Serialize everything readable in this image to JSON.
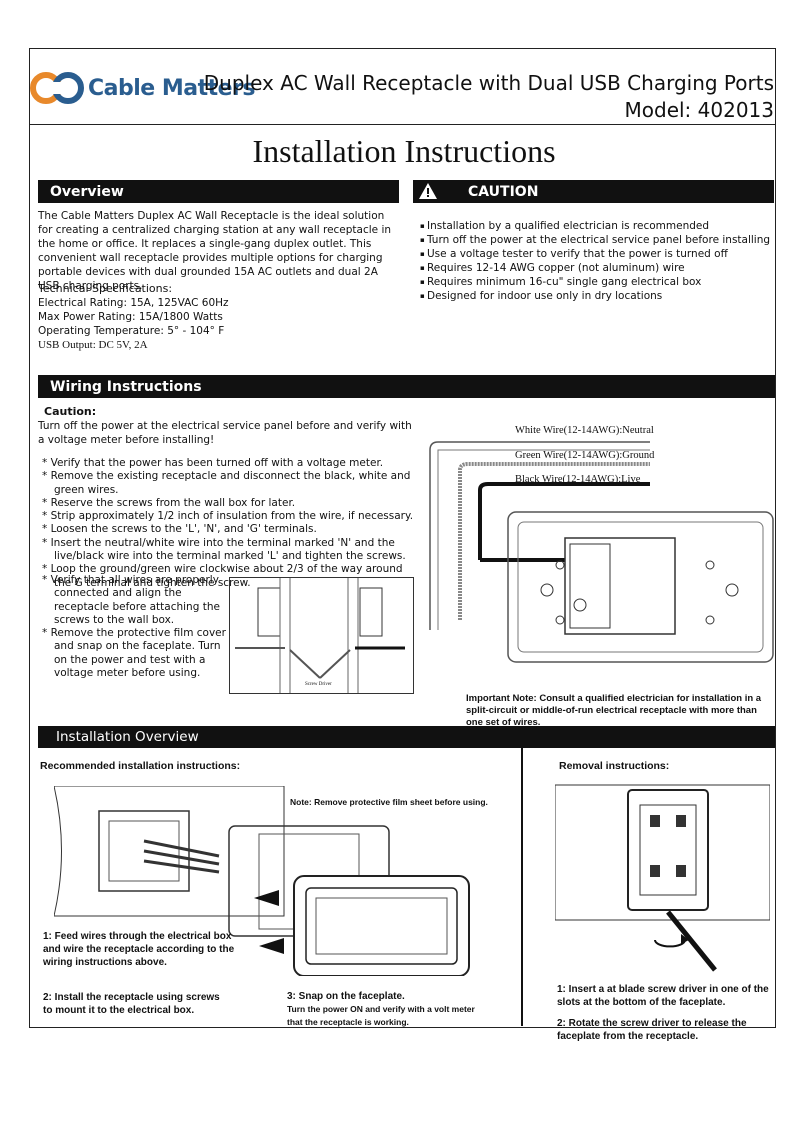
{
  "header": {
    "logo_text": "Cable Matters",
    "product_line1": "Duplex AC Wall Receptacle with Dual USB Charging Ports",
    "product_line2": "Model: 402013"
  },
  "title": "Installation Instructions",
  "overview": {
    "heading": "Overview",
    "body": "The Cable Matters Duplex AC Wall Receptacle is the ideal solution for creating a centralized charging station at any wall receptacle in the home or office. It replaces a single-gang duplex outlet. This convenient wall receptacle provides multiple options for charging portable devices with dual grounded 15A AC outlets and dual 2A USB charging ports.",
    "specs_heading": "Technical Specifications:",
    "specs": [
      "Electrical Rating: 15A, 125VAC 60Hz",
      "Max Power Rating: 15A/1800 Watts",
      "Operating Temperature: 5° - 104° F",
      "USB Output: DC 5V, 2A"
    ]
  },
  "caution": {
    "heading": "CAUTION",
    "items": [
      "Installation by a qualified electrician is recommended",
      "Turn off the power at the electrical service panel before installing",
      "Use a voltage tester to verify that the power is turned off",
      "Requires 12-14 AWG copper (not aluminum) wire",
      "Requires minimum 16-cu\" single gang electrical box",
      "Designed for indoor use only in dry locations"
    ]
  },
  "wiring": {
    "heading": "Wiring Instructions",
    "caution_label": "Caution:",
    "caution_text": "Turn off the power at the electrical service panel before and verify with a voltage meter before installing!",
    "steps": [
      "* Verify that the power has been turned off with a voltage meter.",
      "* Remove the existing receptacle and disconnect the black, white and green wires.",
      "* Reserve the screws from the wall box for later.",
      "* Strip approximately 1/2 inch of insulation from the wire, if necessary.",
      "* Loosen the screws to the 'L', 'N', and 'G' terminals.",
      "* Insert the neutral/white wire into the terminal marked 'N' and the live/black wire into the terminal marked 'L' and tighten the screws.",
      "* Loop the ground/green wire clockwise about 2/3 of the way around the G terminal and tighten the screw."
    ],
    "steps_narrow": [
      "* Verify that all wires are properly connected and align the receptacle before attaching the screws to the wall box.",
      "* Remove the protective film cover and snap on the faceplate. Turn on the power and test with a voltage meter before using."
    ],
    "wire_white": "White Wire(12-14AWG):Neutral",
    "wire_green": "Green Wire(12-14AWG):Ground",
    "wire_black": "Black Wire(12-14AWG):Live",
    "screwdriver_label": "Screw Driver",
    "important_note": "Important Note: Consult a qualified electrician for installation in a split-circuit or middle-of-run electrical receptacle with more than one set of wires."
  },
  "install": {
    "heading": "Installation Overview",
    "recommended": "Recommended installation instructions:",
    "removal": "Removal instructions:",
    "film_note": "Note: Remove protective film sheet before using.",
    "step1": "1: Feed wires through the electrical box and wire the receptacle according to the wiring instructions above.",
    "step2": "2: Install the receptacle using screws to mount it to the electrical box.",
    "step3_title": "3: Snap on the faceplate.",
    "step3_body": "Turn the power ON and verify with a volt meter that the receptacle is working.",
    "rem1": "1: Insert a at blade screw driver in one of the slots at the bottom of the faceplate.",
    "rem2": "2: Rotate the screw driver to release the faceplate from the receptacle."
  }
}
